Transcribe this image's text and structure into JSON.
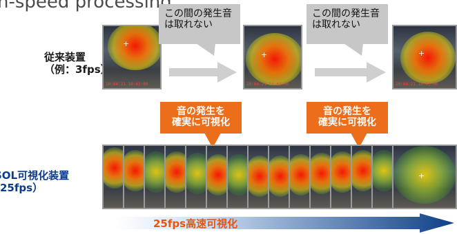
{
  "heading": "h-speed processing",
  "conventional": {
    "label_line1": "従来装置",
    "label_line2": "（例：3fps）",
    "callouts": [
      "この間の発生音\nは取れない",
      "この間の発生音\nは取れない"
    ]
  },
  "hsol": {
    "label_line1": "SOL可視化装置",
    "label_line2": "25fps）",
    "callouts": [
      "音の発生を\n確実に可視化",
      "音の発生を\n確実に可視化"
    ]
  },
  "speed_bar": {
    "label": "25fps高速可視化"
  },
  "frame_timestamp": "10:04:21 10:43:00",
  "colors": {
    "callout_gray": "#c7c7c7",
    "callout_orange": "#ec6e1b",
    "arrow_gray": "#cfcfcf",
    "speed_text": "#e8550f",
    "hsol_label": "#0b3c8c"
  }
}
